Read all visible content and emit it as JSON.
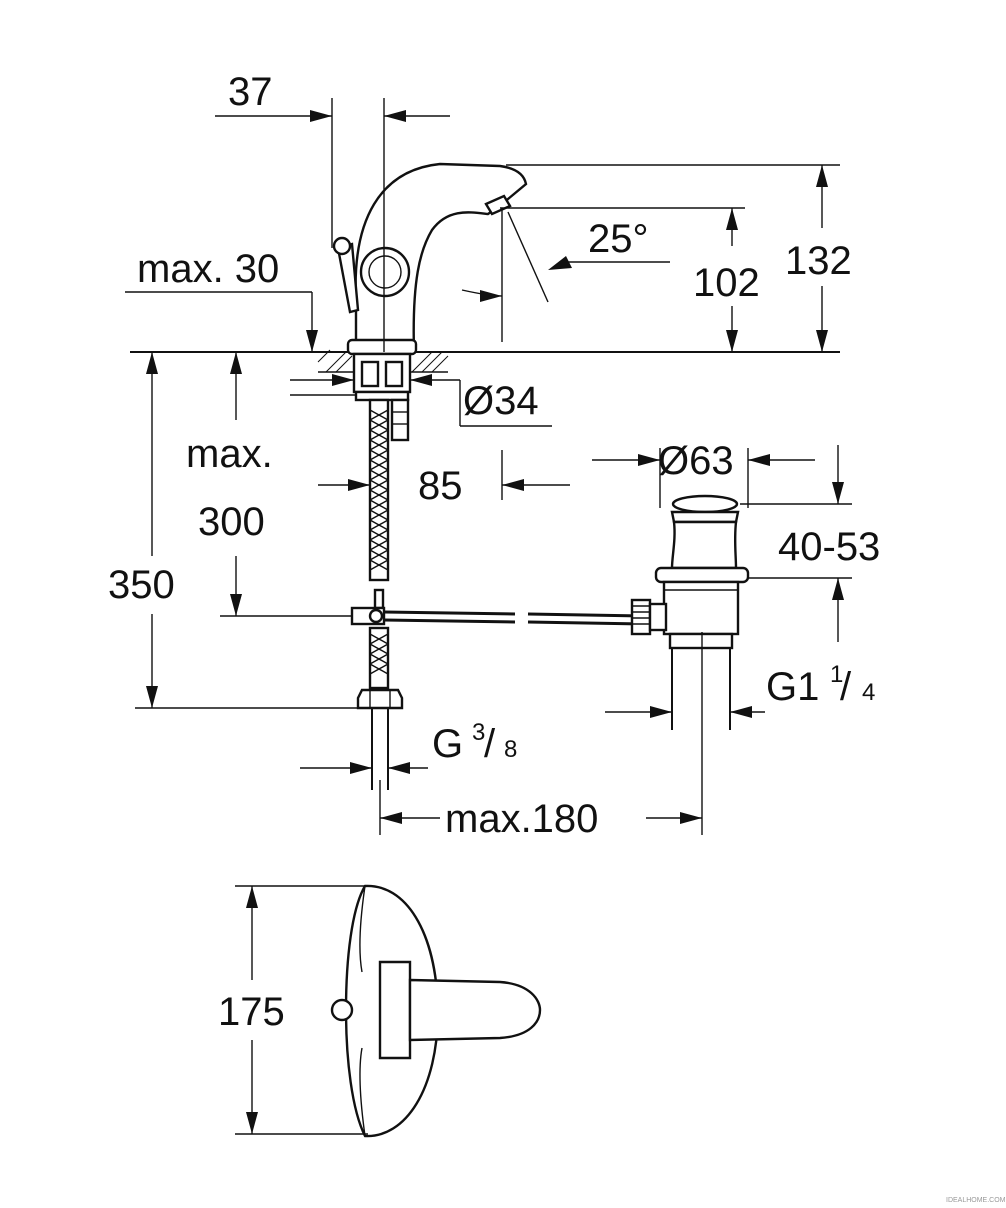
{
  "dimensions": {
    "d37": "37",
    "max30": "max. 30",
    "angle25": "25°",
    "d102": "102",
    "d132": "132",
    "dia34": "Ø34",
    "max_label": "max.",
    "d85": "85",
    "d300": "300",
    "d350": "350",
    "dia63": "Ø63",
    "range40_53": "40-53",
    "g114_main": "G1",
    "g114_num": "1",
    "g114_den": "4",
    "g38_main": "G",
    "g38_num": "3",
    "g38_den": "8",
    "max180": "max.180",
    "d175": "175"
  },
  "watermark": "IDEALHOME.COM"
}
